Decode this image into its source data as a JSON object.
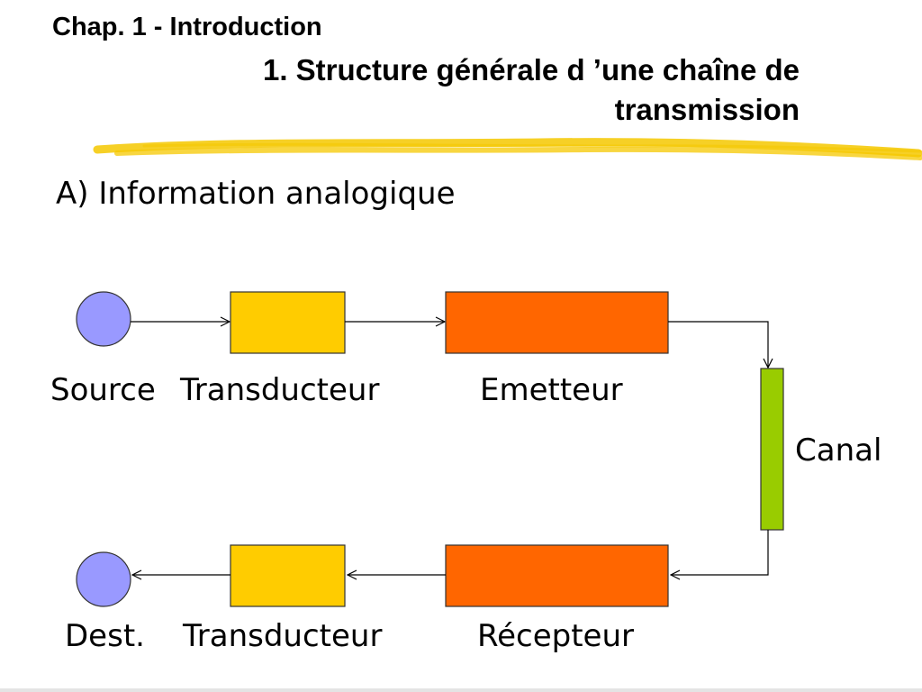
{
  "header": {
    "chapter": "Chap. 1 - Introduction",
    "title_line1": "1. Structure générale d ’une chaîne de",
    "title_line2": "transmission"
  },
  "section": {
    "subtitle": "A) Information analogique"
  },
  "diagram": {
    "labels": {
      "source": "Source",
      "transducer_top": "Transducteur",
      "emitter": "Emetteur",
      "channel": "Canal",
      "destination": "Dest.",
      "transducer_bottom": "Transducteur",
      "receiver": "Récepteur"
    },
    "colors": {
      "node_circle": "#9999ff",
      "transducer": "#ffcc00",
      "emitter_receiver": "#ff6600",
      "channel": "#99cc00",
      "highlight_stroke": "#f5c800"
    }
  }
}
